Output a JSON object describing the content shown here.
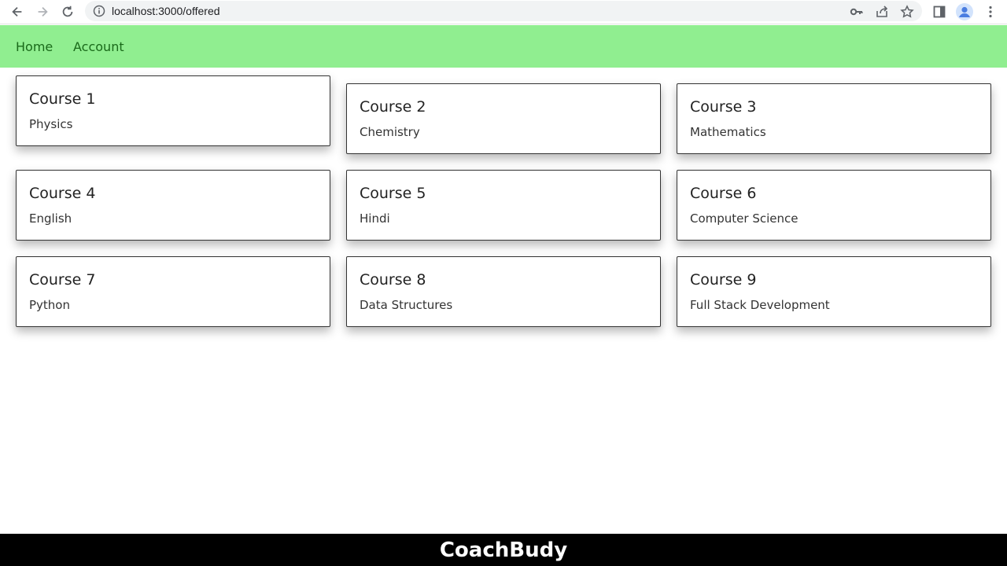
{
  "browser": {
    "url": "localhost:3000/offered",
    "icons": [
      "back-icon",
      "forward-icon",
      "reload-icon",
      "info-icon",
      "key-icon",
      "share-icon",
      "star-icon",
      "sidebar-icon",
      "profile-icon",
      "menu-icon"
    ]
  },
  "navbar": {
    "color": "#90ee90",
    "links": [
      {
        "label": "Home"
      },
      {
        "label": "Account"
      }
    ]
  },
  "courses": [
    {
      "title": "Course 1",
      "subject": "Physics"
    },
    {
      "title": "Course 2",
      "subject": "Chemistry"
    },
    {
      "title": "Course 3",
      "subject": "Mathematics"
    },
    {
      "title": "Course 4",
      "subject": "English"
    },
    {
      "title": "Course 5",
      "subject": "Hindi"
    },
    {
      "title": "Course 6",
      "subject": "Computer Science"
    },
    {
      "title": "Course 7",
      "subject": "Python"
    },
    {
      "title": "Course 8",
      "subject": "Data Structures"
    },
    {
      "title": "Course 9",
      "subject": "Full Stack Development"
    }
  ],
  "footer": {
    "brand": "CoachBudy"
  }
}
